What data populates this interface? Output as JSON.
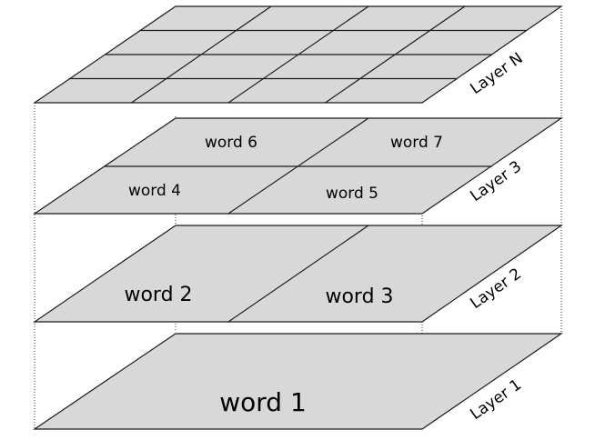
{
  "layers": [
    {
      "label": "Layer 1",
      "words": [
        "word 1"
      ]
    },
    {
      "label": "Layer 2",
      "words": [
        "word 2",
        "word 3"
      ]
    },
    {
      "label": "Layer 3",
      "words": [
        "word 4",
        "word 5",
        "word 6",
        "word 7"
      ]
    },
    {
      "label": "Layer N",
      "words": []
    }
  ],
  "colors": {
    "plane_fill": "#d8d8d8",
    "line": "#1a1a1a"
  }
}
